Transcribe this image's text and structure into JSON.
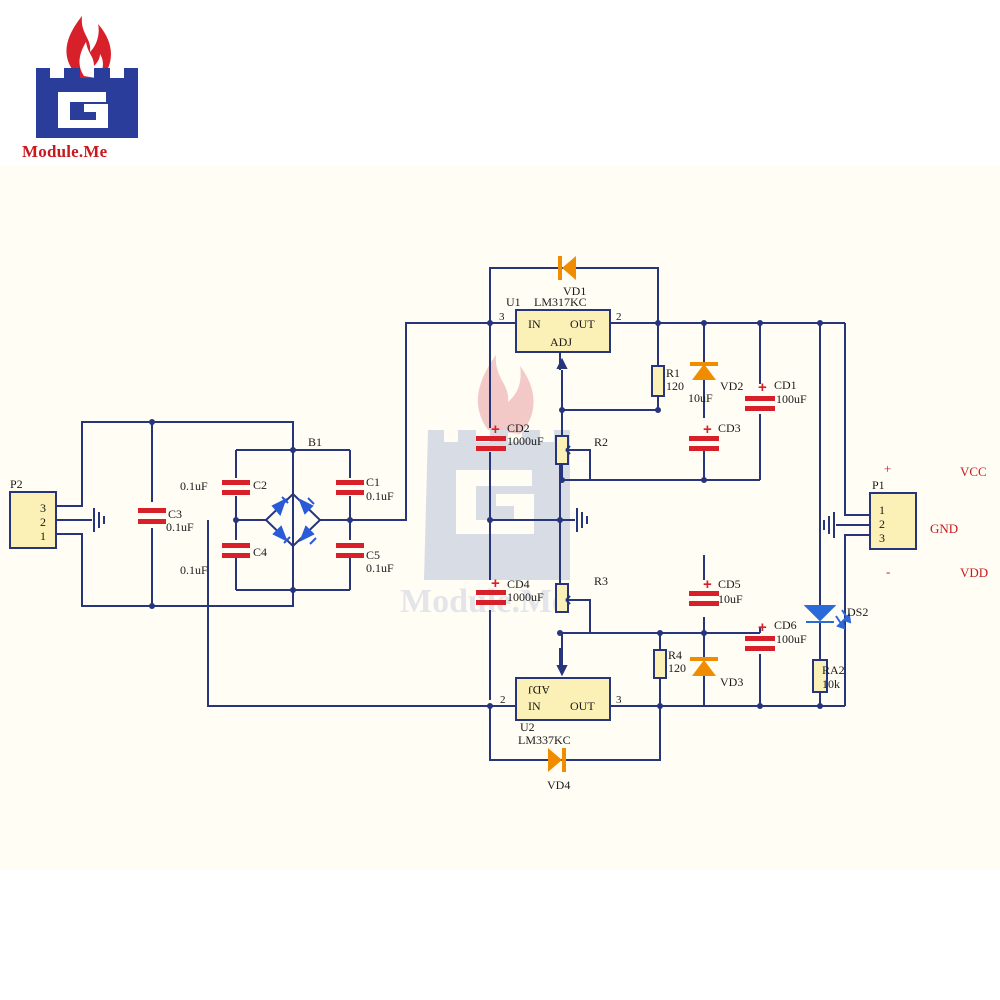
{
  "brand": {
    "name": "Module.Me"
  },
  "watermark": {
    "text": "Module.Me"
  },
  "connectors": {
    "p2": {
      "ref": "P2",
      "pins": [
        "3",
        "2",
        "1"
      ]
    },
    "p1": {
      "ref": "P1",
      "pins": [
        "1",
        "2",
        "3"
      ],
      "plus": "+",
      "minus": "-"
    }
  },
  "rails": {
    "vcc": "VCC",
    "gnd": "GND",
    "vdd": "VDD"
  },
  "components": {
    "b1": {
      "ref": "B1"
    },
    "c1": {
      "ref": "C1",
      "value": "0.1uF"
    },
    "c2": {
      "ref": "C2",
      "value": "0.1uF"
    },
    "c3": {
      "ref": "C3",
      "value": "0.1uF"
    },
    "c4": {
      "ref": "C4",
      "value": "0.1uF"
    },
    "c5": {
      "ref": "C5",
      "value": "0.1uF"
    },
    "cd1": {
      "ref": "CD1",
      "value": "100uF"
    },
    "cd2": {
      "ref": "CD2",
      "value": "1000uF"
    },
    "cd3": {
      "ref": "CD3",
      "value": "10uF"
    },
    "cd4": {
      "ref": "CD4",
      "value": "1000uF"
    },
    "cd5": {
      "ref": "CD5",
      "value": "10uF"
    },
    "cd6": {
      "ref": "CD6",
      "value": "100uF"
    },
    "u1": {
      "ref": "U1",
      "part": "LM317KC",
      "in": "IN",
      "out": "OUT",
      "adj": "ADJ",
      "pin_in": "3",
      "pin_out": "2"
    },
    "u2": {
      "ref": "U2",
      "part": "LM337KC",
      "in": "IN",
      "out": "OUT",
      "adj": "ADJ",
      "pin_in": "2",
      "pin_out": "3"
    },
    "r1": {
      "ref": "R1",
      "value": "120"
    },
    "r2": {
      "ref": "R2"
    },
    "r3": {
      "ref": "R3"
    },
    "r4": {
      "ref": "R4",
      "value": "120"
    },
    "ra2": {
      "ref": "RA2",
      "value": "10k"
    },
    "vd1": {
      "ref": "VD1"
    },
    "vd2": {
      "ref": "VD2"
    },
    "vd3": {
      "ref": "VD3"
    },
    "vd4": {
      "ref": "VD4"
    },
    "ds2": {
      "ref": "DS2"
    }
  },
  "colors": {
    "wire": "#27357c",
    "capacitor": "#d8202a",
    "diode": "#f08c00",
    "bridge_diode": "#2a5bd7",
    "led": "#2a6ad9",
    "body": "#fbf0b6",
    "logo_blue": "#2b3d9a",
    "logo_red": "#c9181e"
  }
}
